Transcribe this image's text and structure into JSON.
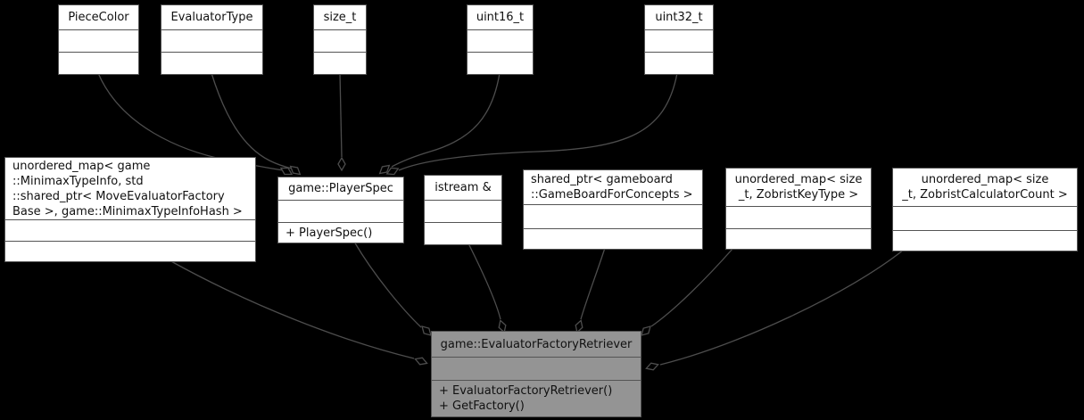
{
  "diagram": {
    "kind": "uml-collaboration-diagram",
    "current_class": "game::EvaluatorFactoryRetriever"
  },
  "nodes": {
    "piececolor": {
      "title": "PieceColor",
      "methods": ""
    },
    "evaluatortype": {
      "title": "EvaluatorType",
      "methods": ""
    },
    "size_t": {
      "title": "size_t",
      "methods": ""
    },
    "uint16_t": {
      "title": "uint16_t",
      "methods": ""
    },
    "uint32_t": {
      "title": "uint32_t",
      "methods": ""
    },
    "minimax_map": {
      "title": "unordered_map< game\n::MinimaxTypeInfo, std\n::shared_ptr< MoveEvaluatorFactory\nBase >, game::MinimaxTypeInfoHash >",
      "methods": ""
    },
    "playerspec": {
      "title": "game::PlayerSpec",
      "methods": "+ PlayerSpec()"
    },
    "istream": {
      "title": "istream &",
      "methods": ""
    },
    "gameboard_ptr": {
      "title": "shared_ptr< gameboard\n::GameBoardForConcepts >",
      "methods": ""
    },
    "zobrist_key_map": {
      "title": "unordered_map< size\n_t, ZobristKeyType >",
      "methods": ""
    },
    "zobrist_calc_map": {
      "title": "unordered_map< size\n_t, ZobristCalculatorCount >",
      "methods": ""
    },
    "retriever": {
      "title": "game::EvaluatorFactoryRetriever",
      "methods": "+ EvaluatorFactoryRetriever()\n+ GetFactory()"
    }
  },
  "relationships": [
    {
      "from": "PieceColor",
      "to": "game::PlayerSpec",
      "type": "aggregation"
    },
    {
      "from": "EvaluatorType",
      "to": "game::PlayerSpec",
      "type": "aggregation"
    },
    {
      "from": "size_t",
      "to": "game::PlayerSpec",
      "type": "aggregation"
    },
    {
      "from": "uint16_t",
      "to": "game::PlayerSpec",
      "type": "aggregation"
    },
    {
      "from": "uint32_t",
      "to": "game::PlayerSpec",
      "type": "aggregation"
    },
    {
      "from": "unordered_map< game::MinimaxTypeInfo, std::shared_ptr< MoveEvaluatorFactoryBase >, game::MinimaxTypeInfoHash >",
      "to": "game::EvaluatorFactoryRetriever",
      "type": "aggregation"
    },
    {
      "from": "game::PlayerSpec",
      "to": "game::EvaluatorFactoryRetriever",
      "type": "aggregation"
    },
    {
      "from": "istream &",
      "to": "game::EvaluatorFactoryRetriever",
      "type": "aggregation"
    },
    {
      "from": "shared_ptr< gameboard::GameBoardForConcepts >",
      "to": "game::EvaluatorFactoryRetriever",
      "type": "aggregation"
    },
    {
      "from": "unordered_map< size_t, ZobristKeyType >",
      "to": "game::EvaluatorFactoryRetriever",
      "type": "aggregation"
    },
    {
      "from": "unordered_map< size_t, ZobristCalculatorCount >",
      "to": "game::EvaluatorFactoryRetriever",
      "type": "aggregation"
    }
  ],
  "colors": {
    "background": "#000000",
    "node_fill": "#ffffff",
    "current_node_fill": "#949494",
    "border": "#545454",
    "edge": "#4d4d4d",
    "text": "#111111"
  }
}
